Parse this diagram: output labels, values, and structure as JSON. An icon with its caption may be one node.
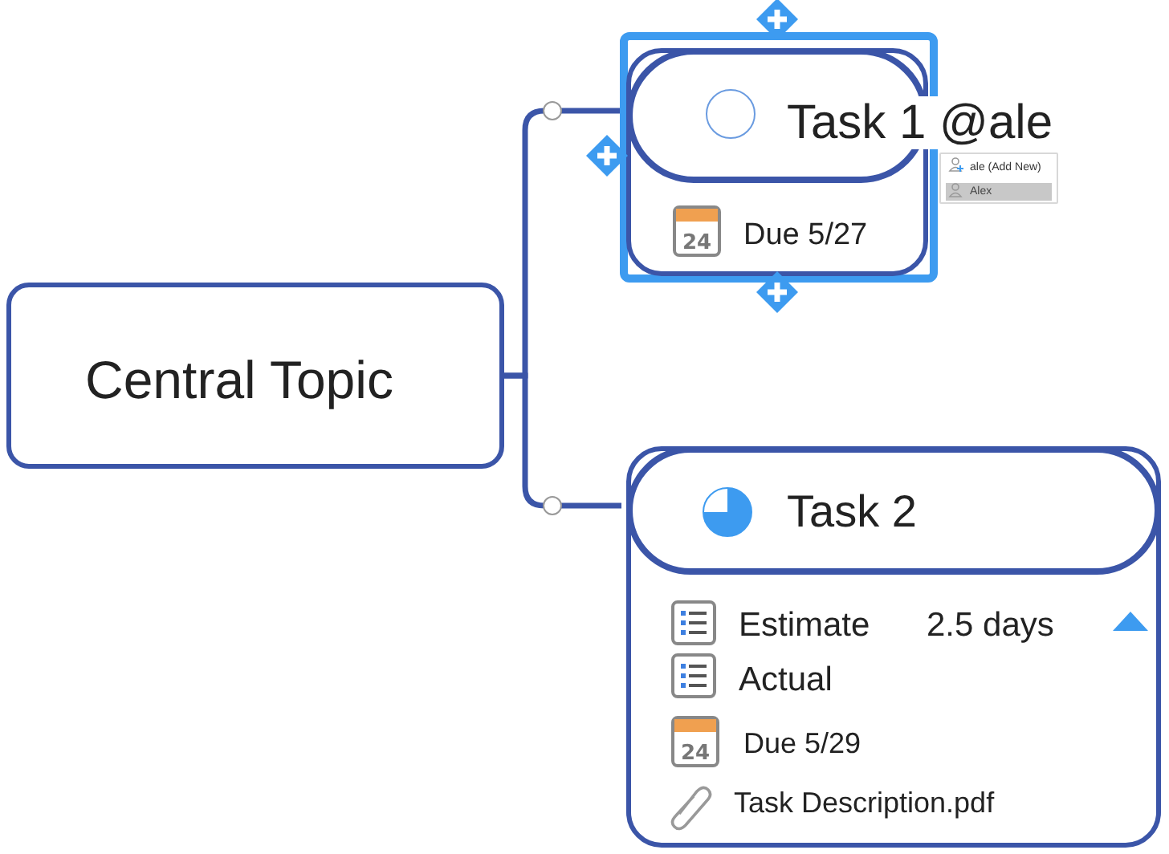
{
  "diagram": {
    "nodes": [
      {
        "text": [
          "Central Topic"
        ]
      },
      {
        "text": [
          "Due 5/27"
        ]
      },
      {
        "text": [
          "Task 1 @ale"
        ],
        "in": 1
      },
      {
        "text": [
          "ale (Add New)",
          "Alex"
        ]
      },
      {
        "text": [
          "Estimate",
          "2.5 days",
          "Actual",
          "Due 5/29",
          "Task Description.pdf"
        ]
      },
      {
        "text": [
          "Task 2"
        ],
        "in": 4
      }
    ],
    "edges": [
      {
        "from": 0,
        "to": 2,
        "arrow": "none"
      },
      {
        "from": 0,
        "to": 5,
        "arrow": "none"
      }
    ],
    "labels": [
      "24",
      "24"
    ]
  }
}
